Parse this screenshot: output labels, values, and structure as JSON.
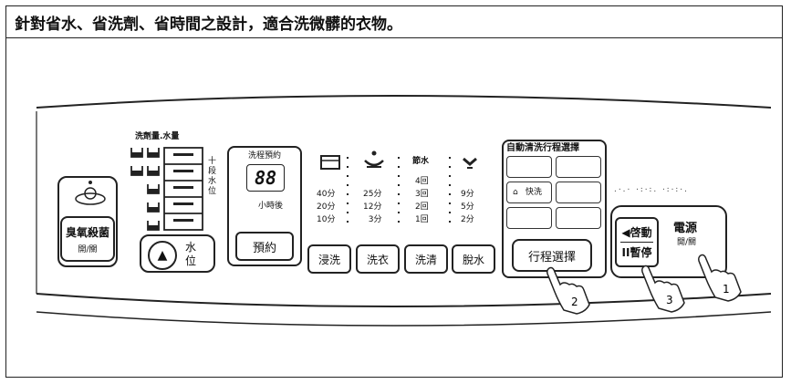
{
  "header": {
    "text": "針對省水、省洗劑、省時間之設計，適合洗微髒的衣物。"
  },
  "panel": {
    "ozone": {
      "label_line1": "臭氧殺菌",
      "label_line2": "開/關"
    },
    "water_level": {
      "arrow": "▲",
      "label_line1": "水",
      "label_line2": "位"
    },
    "detergent": {
      "title": "洗劑量.水量",
      "side_labels": [
        "十",
        "段",
        "水",
        "位"
      ]
    },
    "reservation": {
      "title": "洗程預約",
      "display": "88",
      "subtitle": "小時後",
      "button": "預約"
    },
    "cycle_columns": {
      "soak": {
        "values": [
          "40分",
          "20分",
          "10分"
        ],
        "button": "浸洗"
      },
      "wash": {
        "values": [
          "25分",
          "12分",
          "3分"
        ],
        "button": "洗衣"
      },
      "rinse": {
        "header": "節水",
        "values": [
          "4回",
          "3回",
          "2回",
          "1回"
        ],
        "button": "洗清"
      },
      "spin": {
        "values": [
          "9分",
          "5分",
          "2分"
        ],
        "button": "脫水"
      }
    },
    "auto_program": {
      "title": "自動清洗行程選擇",
      "quick_label": "快洗",
      "button": "行程選擇"
    },
    "start_pause": {
      "line1": "◀啓動",
      "line2": "II暫停"
    },
    "power": {
      "line1": "電源",
      "line2": "開/關"
    },
    "callouts": [
      "1",
      "2",
      "3"
    ]
  }
}
